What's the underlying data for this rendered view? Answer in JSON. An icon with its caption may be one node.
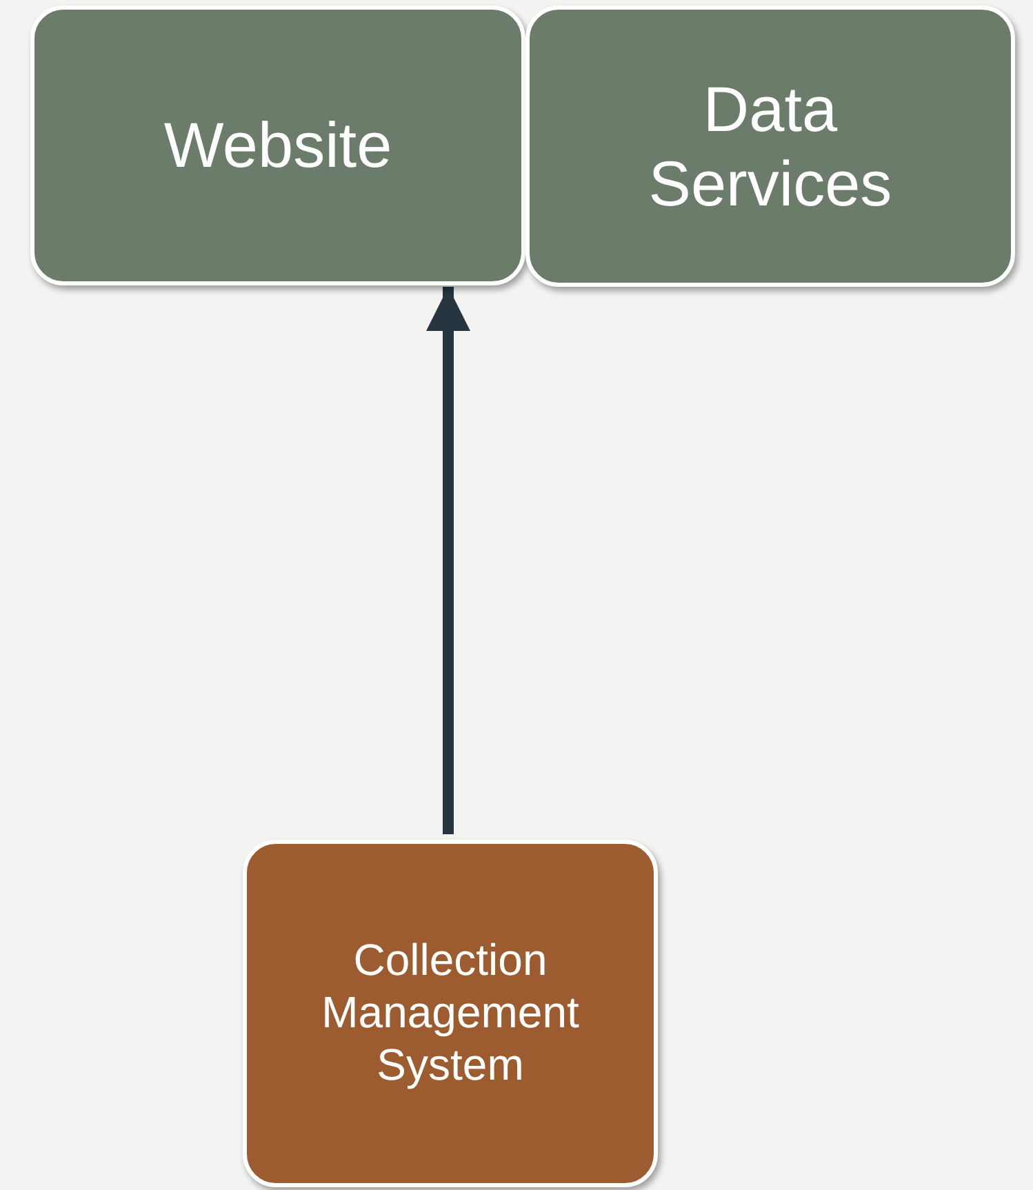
{
  "diagram": {
    "nodes": [
      {
        "text": [
          "Website"
        ]
      },
      {
        "text": [
          "Data Services"
        ]
      },
      {
        "text": [
          "Collection Management System"
        ]
      }
    ],
    "edges": [
      {
        "from": 2,
        "to": 0,
        "arrow": "to"
      }
    ]
  }
}
